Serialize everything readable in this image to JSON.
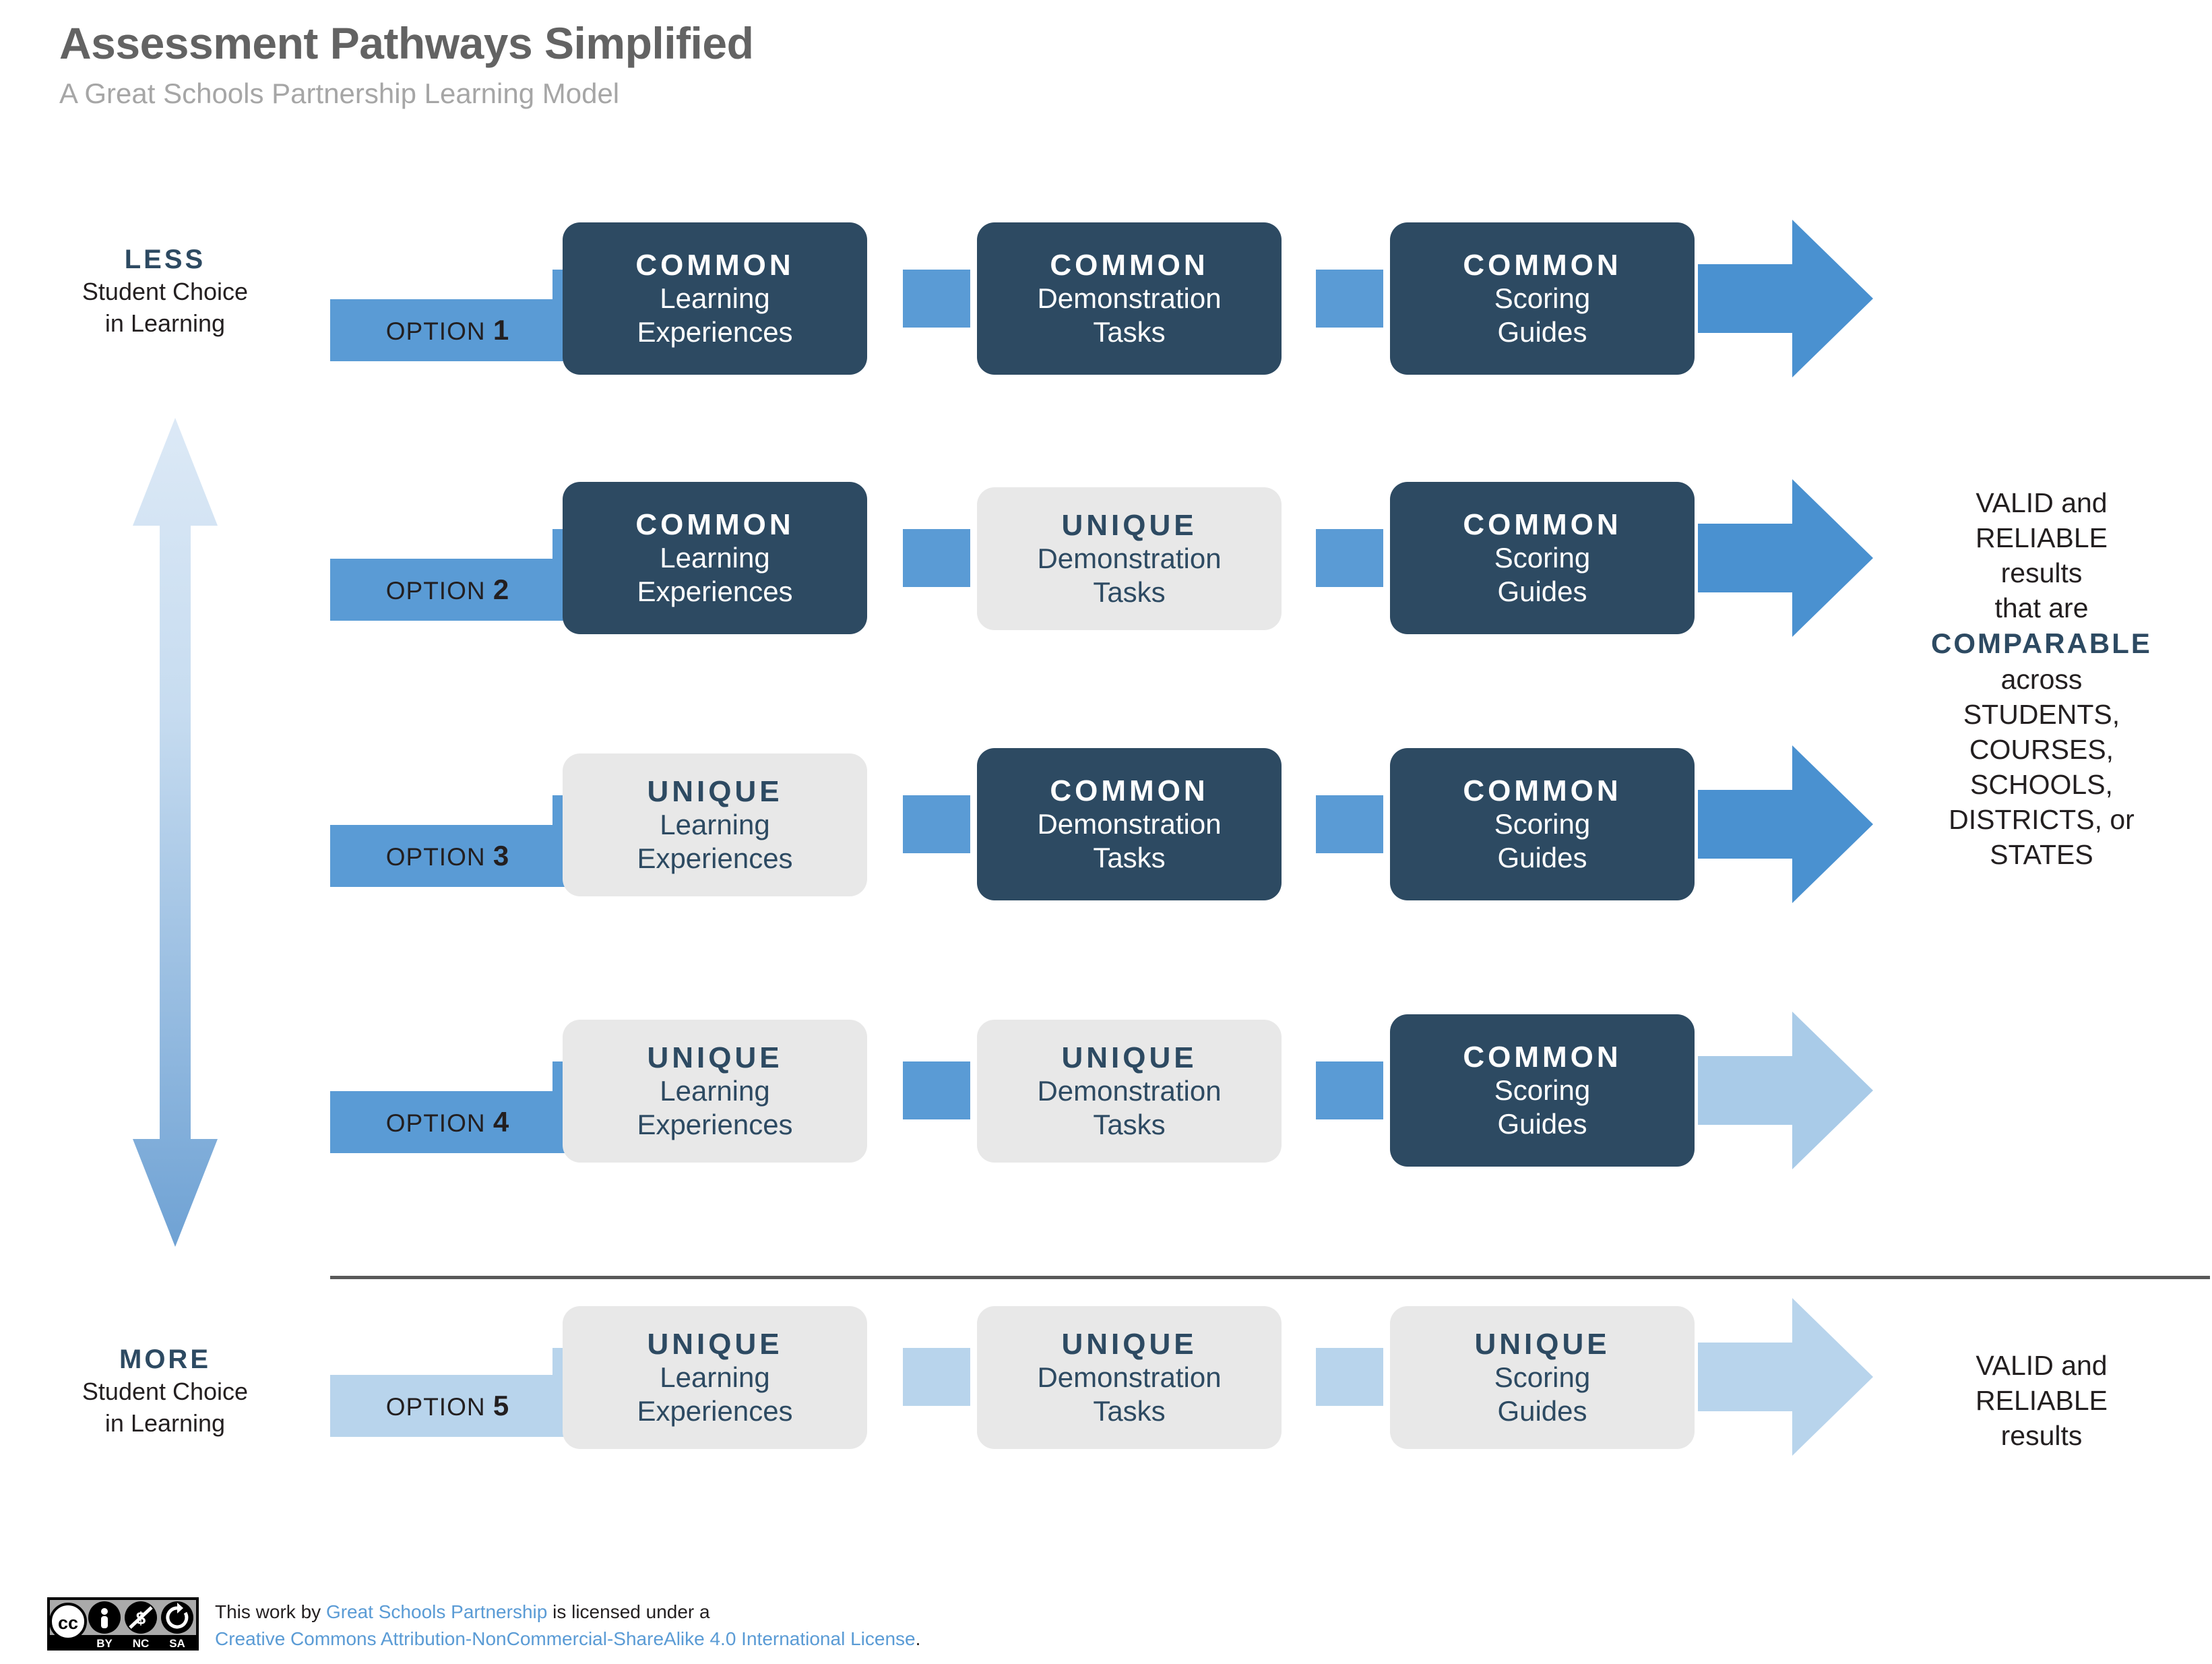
{
  "header": {
    "title": "Assessment Pathways Simplified",
    "subtitle": "A Great Schools Partnership Learning Model"
  },
  "axis": {
    "top": {
      "emphasis": "LESS",
      "line1": "Student Choice",
      "line2": "in Learning"
    },
    "bottom": {
      "emphasis": "MORE",
      "line1": "Student Choice",
      "line2": "in Learning"
    },
    "arrow_icon": "double-headed-vertical-arrow-icon"
  },
  "rows": [
    {
      "option_prefix": "OPTION",
      "option_number": "1",
      "tone": "dark",
      "stages": [
        {
          "kind": "COMMON",
          "what_line1": "Learning",
          "what_line2": "Experiences",
          "style": "common"
        },
        {
          "kind": "COMMON",
          "what_line1": "Demonstration",
          "what_line2": "Tasks",
          "style": "common"
        },
        {
          "kind": "COMMON",
          "what_line1": "Scoring",
          "what_line2": "Guides",
          "style": "common"
        }
      ]
    },
    {
      "option_prefix": "OPTION",
      "option_number": "2",
      "tone": "dark",
      "stages": [
        {
          "kind": "COMMON",
          "what_line1": "Learning",
          "what_line2": "Experiences",
          "style": "common"
        },
        {
          "kind": "UNIQUE",
          "what_line1": "Demonstration",
          "what_line2": "Tasks",
          "style": "unique"
        },
        {
          "kind": "COMMON",
          "what_line1": "Scoring",
          "what_line2": "Guides",
          "style": "common"
        }
      ]
    },
    {
      "option_prefix": "OPTION",
      "option_number": "3",
      "tone": "dark",
      "stages": [
        {
          "kind": "UNIQUE",
          "what_line1": "Learning",
          "what_line2": "Experiences",
          "style": "unique"
        },
        {
          "kind": "COMMON",
          "what_line1": "Demonstration",
          "what_line2": "Tasks",
          "style": "common"
        },
        {
          "kind": "COMMON",
          "what_line1": "Scoring",
          "what_line2": "Guides",
          "style": "common"
        }
      ]
    },
    {
      "option_prefix": "OPTION",
      "option_number": "4",
      "tone": "dark",
      "stages": [
        {
          "kind": "UNIQUE",
          "what_line1": "Learning",
          "what_line2": "Experiences",
          "style": "unique"
        },
        {
          "kind": "UNIQUE",
          "what_line1": "Demonstration",
          "what_line2": "Tasks",
          "style": "unique"
        },
        {
          "kind": "COMMON",
          "what_line1": "Scoring",
          "what_line2": "Guides",
          "style": "common"
        }
      ]
    },
    {
      "option_prefix": "OPTION",
      "option_number": "5",
      "tone": "light",
      "stages": [
        {
          "kind": "UNIQUE",
          "what_line1": "Learning",
          "what_line2": "Experiences",
          "style": "unique"
        },
        {
          "kind": "UNIQUE",
          "what_line1": "Demonstration",
          "what_line2": "Tasks",
          "style": "unique"
        },
        {
          "kind": "UNIQUE",
          "what_line1": "Scoring",
          "what_line2": "Guides",
          "style": "unique"
        }
      ]
    }
  ],
  "results": {
    "main": {
      "line1": "VALID and",
      "line2": "RELIABLE",
      "line3": "results",
      "line4": "that are",
      "emphasis": "COMPARABLE",
      "line5": "across",
      "line6": "STUDENTS,",
      "line7": "COURSES,",
      "line8": "SCHOOLS,",
      "line9": "DISTRICTS, or",
      "line10": "STATES"
    },
    "bottom": {
      "line1": "VALID and",
      "line2": "RELIABLE",
      "line3": "results"
    }
  },
  "footer": {
    "badge_icon": "creative-commons-by-nc-sa-icon",
    "badge_letters": {
      "cc": "cc",
      "by": "BY",
      "nc": "NC",
      "sa": "SA"
    },
    "text_before": "This work by ",
    "org_link": "Great Schools Partnership",
    "text_middle": " is licensed under a",
    "license_link": "Creative Commons Attribution-NonCommercial-ShareAlike 4.0 International License",
    "text_end": "."
  },
  "colors": {
    "navy": "#2d4a62",
    "blue": "#5a9bd5",
    "light_blue": "#b8d4ec",
    "gray_box": "#e8e8e8",
    "title_gray": "#636363",
    "subtitle_gray": "#a6a6a6",
    "divider": "#595959"
  }
}
